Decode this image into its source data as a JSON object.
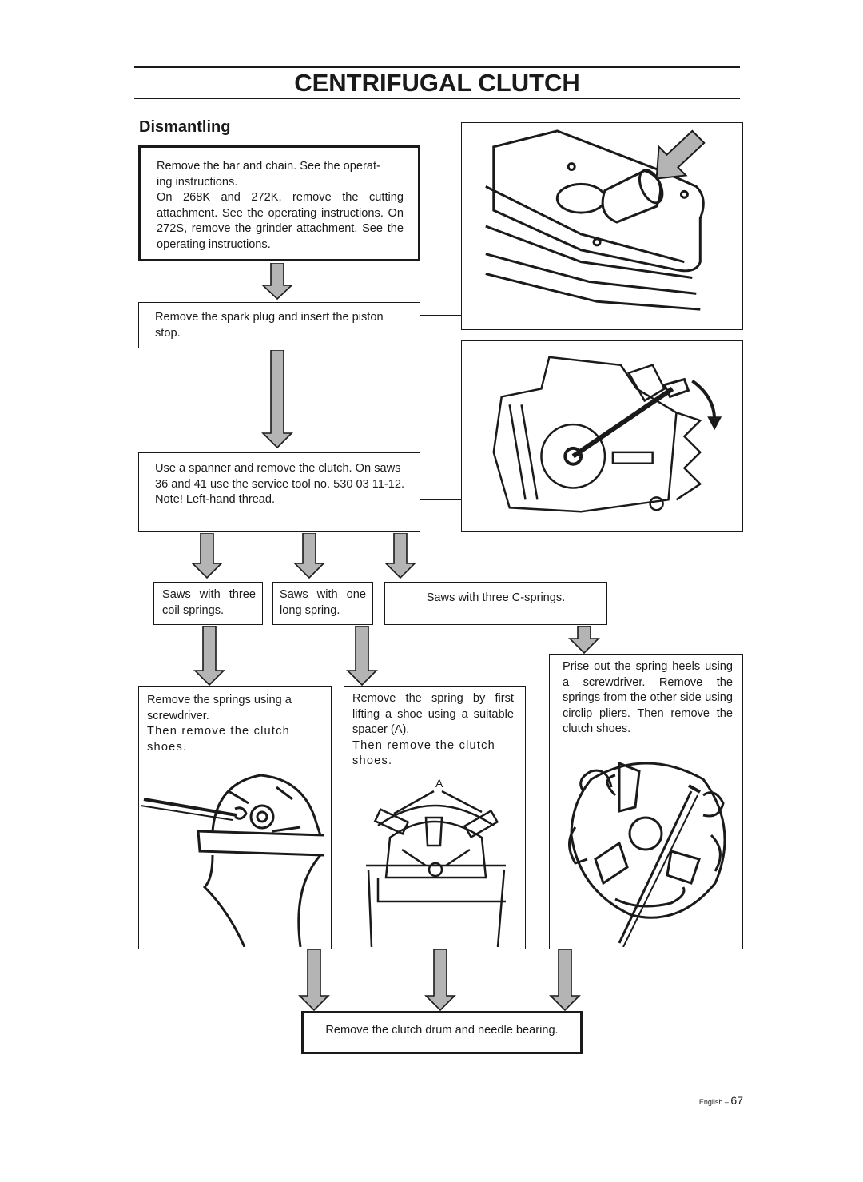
{
  "header": {
    "title": "CENTRIFUGAL CLUTCH"
  },
  "section": {
    "title": "Dismantling"
  },
  "steps": {
    "step1": [
      "Remove the bar and chain. See the operat-",
      "ing instructions.",
      "On 268K and 272K, remove the cutting attachment. See the operating instructions. On 272S, remove the grinder attachment. See the operating instructions."
    ],
    "step2": "Remove the spark plug and insert the piston stop.",
    "step3": [
      "Use a spanner and remove the clutch. On saws 36 and 41 use the service tool no. 530 03 11-12.",
      "Note! Left-hand thread."
    ],
    "branch_coil": "Saws with three coil springs.",
    "branch_long": "Saws with one long spring.",
    "branch_c": "Saws with three C-springs.",
    "coil_instr": [
      "Remove the springs using a screwdriver.",
      "Then remove the clutch shoes."
    ],
    "long_instr": [
      "Remove the spring by first lifting a shoe using a suitable spacer (A).",
      "Then remove the clutch shoes."
    ],
    "c_instr": "Prise out the spring heels using a screwdriver. Remove the springs from the other side using circlip pliers. Then remove the clutch shoes.",
    "final": "Remove the clutch drum and needle bearing."
  },
  "figure_labels": {
    "spacer": "A"
  },
  "footer": {
    "language": "English –",
    "page": "67"
  },
  "icons": [
    "down-arrow-icon",
    "piston-stop-arrow-icon",
    "rotation-arrow-icon"
  ],
  "colors": {
    "arrow_fill": "#b4b4b4",
    "ink": "#1a1a1a"
  }
}
